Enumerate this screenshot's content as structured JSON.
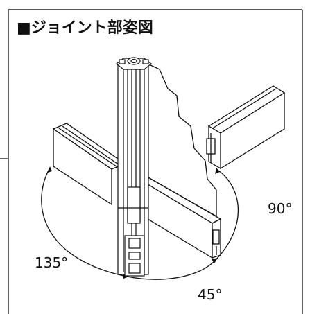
{
  "title": "■ジョイント部姿図",
  "angles": {
    "right": "90°",
    "left": "135°",
    "bottom": "45°"
  }
}
